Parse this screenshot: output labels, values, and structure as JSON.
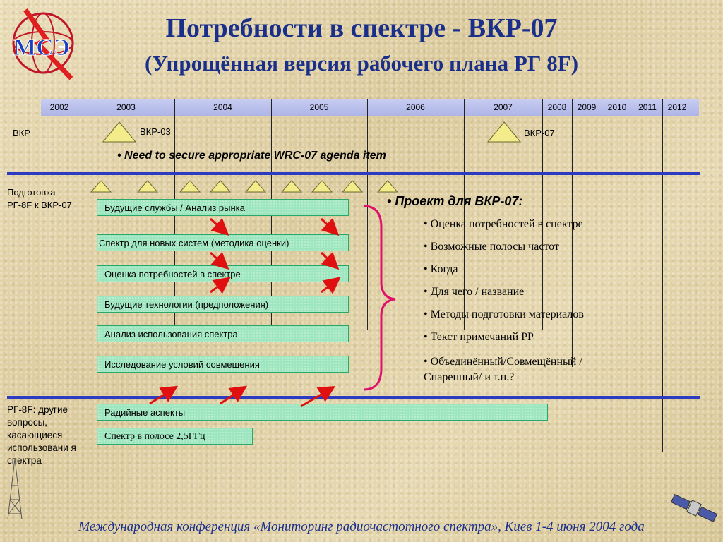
{
  "header": {
    "title": "Потребности в спектре - ВКР-07",
    "subtitle": "(Упрощённая версия рабочего плана РГ 8F)",
    "logo_text": "МСЭ"
  },
  "timeline": {
    "years": [
      "2002",
      "2003",
      "2004",
      "2005",
      "2006",
      "2007",
      "2008",
      "2009",
      "2010",
      "2011",
      "2012"
    ]
  },
  "rows": {
    "wrc_label": "ВКР",
    "wrc03": "ВКР-03",
    "wrc07": "ВКР-07",
    "agenda_bullet": "Need to secure appropriate WRC-07 agenda item",
    "prep_label": "Подготовка\nРГ-8F к ВКР-07",
    "other_label": "РГ-8F: другие вопросы, касающиеся использовани я спектра"
  },
  "boxes": [
    "Будущие службы / Анализ рынка",
    "Спектр для новых систем (методика оценки)",
    "Оценка потребностей в спектре",
    "Будущие технологии (предположения)",
    "Анализ использования спектра",
    "Исследование условий совмещения",
    "Радийные аспекты",
    "Спектр в полосе 2,5ГГц"
  ],
  "project": {
    "heading": "Проект для ВКР-07:",
    "items": [
      "• Оценка потребностей в спектре",
      "• Возможные полосы частот",
      "• Когда",
      "• Для чего / название",
      "• Методы подготовки материалов",
      "• Текст примечаний РР",
      "• Объединённый/Совмещённый /Спаренный/ и т.п.?"
    ]
  },
  "footer": "Международная конференция «Мониторинг радиочастотного спектра», Киев 1-4 июня 2004 года",
  "colors": {
    "title": "#1a2f8a",
    "box": "#9ee6c0",
    "rule": "#2d3bc2",
    "arrow": "#e01010",
    "triangle": "#f4ec8a",
    "brace": "#e0106a"
  }
}
